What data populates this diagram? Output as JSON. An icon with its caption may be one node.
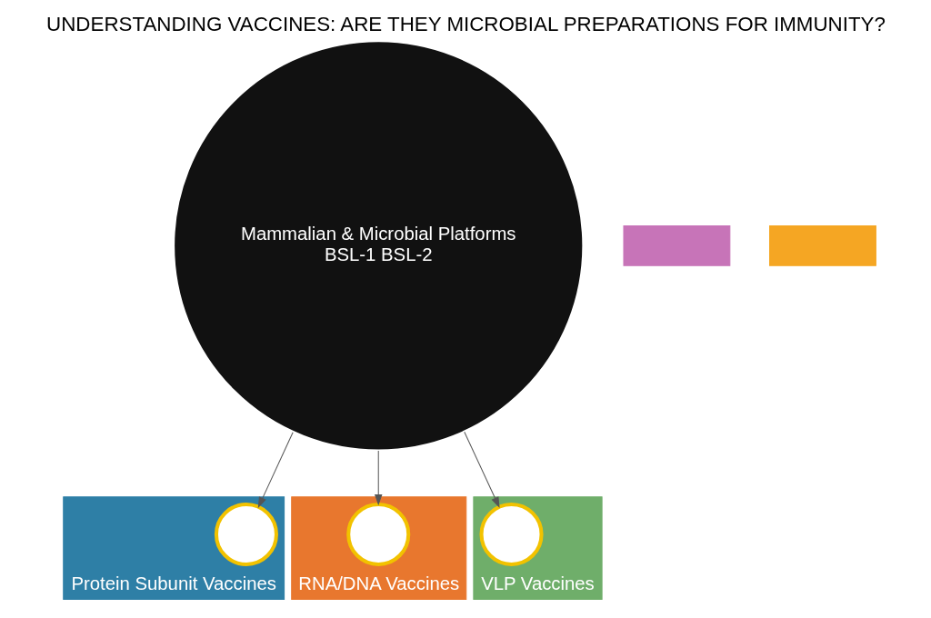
{
  "diagram": {
    "title": "UNDERSTANDING VACCINES: ARE THEY MICROBIAL PREPARATIONS FOR IMMUNITY?",
    "nodes": [
      {
        "text": [
          "Protein Subunit Vaccines"
        ]
      },
      {
        "text": [],
        "shape": "circle",
        "in": 0
      },
      {
        "text": [
          "RNA/DNA Vaccines"
        ]
      },
      {
        "text": [],
        "shape": "circle",
        "in": 2
      },
      {
        "text": [
          "VLP Vaccines"
        ]
      },
      {
        "text": [],
        "shape": "circle",
        "in": 4
      },
      {
        "text": [
          "Mammalian & Microbial Platforms",
          "BSL-1 BSL-2"
        ]
      },
      {
        "text": [],
        "shape": "sector"
      },
      {
        "text": [],
        "shape": "sector"
      }
    ],
    "edges": [
      {
        "from": 6,
        "to": 1,
        "arrow": "to"
      },
      {
        "from": 6,
        "to": 3,
        "arrow": "to"
      },
      {
        "from": 6,
        "to": 5,
        "arrow": "to"
      }
    ]
  }
}
